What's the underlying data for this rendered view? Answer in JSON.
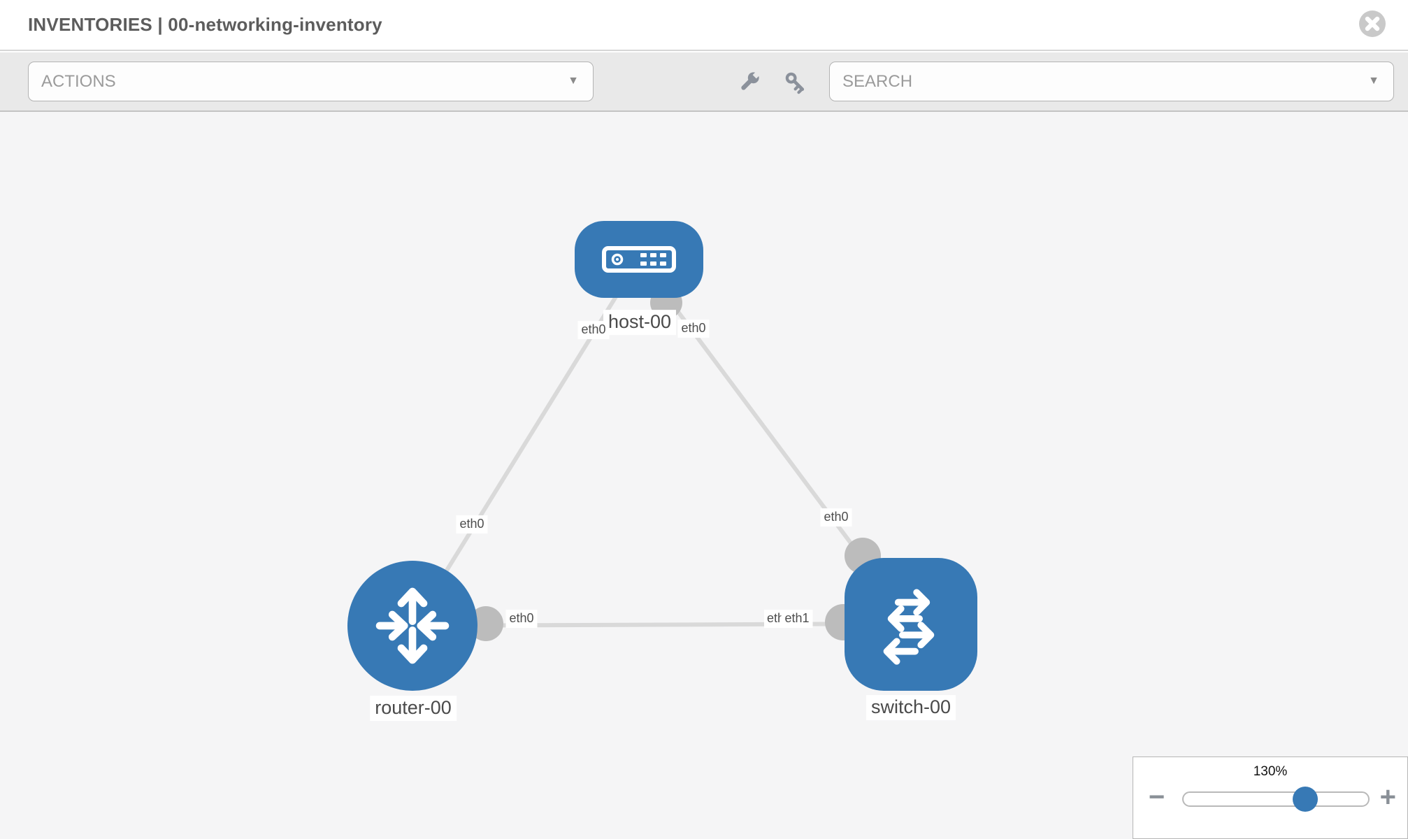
{
  "header": {
    "title": "INVENTORIES | 00-networking-inventory"
  },
  "toolbar": {
    "actions_label": "ACTIONS",
    "search_label": "SEARCH",
    "caret_glyph": "▼",
    "icons": [
      "wrench-icon",
      "key-icon"
    ]
  },
  "topology": {
    "nodes": [
      {
        "id": "host-00",
        "label": "host-00",
        "type": "host",
        "icon": "server-icon"
      },
      {
        "id": "router-00",
        "label": "router-00",
        "type": "router",
        "icon": "router-arrows-icon"
      },
      {
        "id": "switch-00",
        "label": "switch-00",
        "type": "switch",
        "icon": "switch-arrows-icon"
      }
    ],
    "links": [
      {
        "from": "host-00",
        "to": "router-00",
        "from_iface": "eth0",
        "to_iface": "eth0"
      },
      {
        "from": "host-00",
        "to": "switch-00",
        "from_iface": "eth0",
        "to_iface": "eth0"
      },
      {
        "from": "router-00",
        "to": "switch-00",
        "from_iface": "eth0",
        "to_iface": "eth1"
      }
    ],
    "clipped_iface_label": "eth0"
  },
  "zoom_control": {
    "value_label": "130%",
    "percent": 130,
    "zoom_out_glyph": "−",
    "zoom_in_glyph": "+"
  },
  "colors": {
    "node_blue": "#3779b5",
    "edge_gray": "#d9d9d9",
    "interface_gray": "#bcbcbc",
    "canvas_bg": "#f5f5f6",
    "toolbar_bg": "#e9e9e9"
  }
}
